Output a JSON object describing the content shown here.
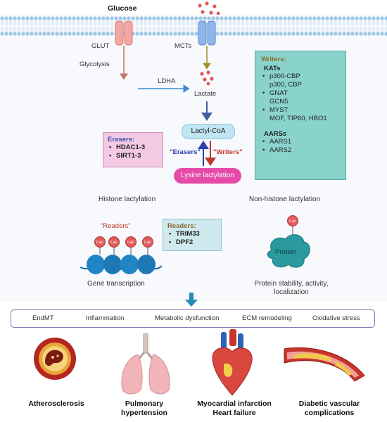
{
  "top": {
    "glucose": "Glucose",
    "glut": "GLUT",
    "mcts": "MCTs",
    "glycolysis": "Glycolysis",
    "ldha": "LDHA",
    "lactate": "Lactate",
    "lactyl_coa": "Lactyl-CoA",
    "lysine_lactylation": "Lysine lactylation",
    "erasers_arrow": "\"Erasers\"",
    "writers_arrow": "\"Writers\""
  },
  "writers_box": {
    "title": "Writers:",
    "kats_title": "KATs",
    "kats": [
      {
        "name": "p300-CBP",
        "detail": "p300, CBP"
      },
      {
        "name": "GNAT",
        "detail": "GCN5"
      },
      {
        "name": "MYST",
        "detail": "MOF, TIP60, HBO1"
      }
    ],
    "aarss_title": "AARSs",
    "aarss": [
      "AARS1",
      "AARS2"
    ]
  },
  "erasers_box": {
    "title": "Erasers:",
    "items": [
      "HDAC1-3",
      "SIRT1-3"
    ]
  },
  "readers_box": {
    "title": "Readers:",
    "items": [
      "TRIM33",
      "DPF2"
    ]
  },
  "middle": {
    "histone_lactylation": "Histone lactylation",
    "non_histone_lactylation": "Non-histone lactylation",
    "readers_label": "\"Readers\"",
    "lac": "Lac",
    "protein": "Protein",
    "gene_transcription": "Gene transcription",
    "protein_outcome": "Protein stability, activity, localization"
  },
  "outcomes": [
    "EndMT",
    "Inflammation",
    "Metabolic dysfunction",
    "ECM remodeling",
    "Oxidative stress"
  ],
  "diseases": {
    "atherosclerosis": "Atherosclerosis",
    "pulmonary_1": "Pulmonary",
    "pulmonary_2": "hypertension",
    "mi_1": "Myocardial infarction",
    "mi_2": "Heart failure",
    "diabetic_1": "Diabetic vascular",
    "diabetic_2": "complications"
  },
  "colors": {
    "membrane": "#bcd9ee",
    "writers_bg": "#8ad3cc",
    "erasers_bg": "#f3c9e4",
    "readers_bg": "#cfe9ef",
    "lactate": "#e05a5a",
    "lysine_pill": "#e64aa7",
    "outcome_border": "#8a70b8"
  }
}
